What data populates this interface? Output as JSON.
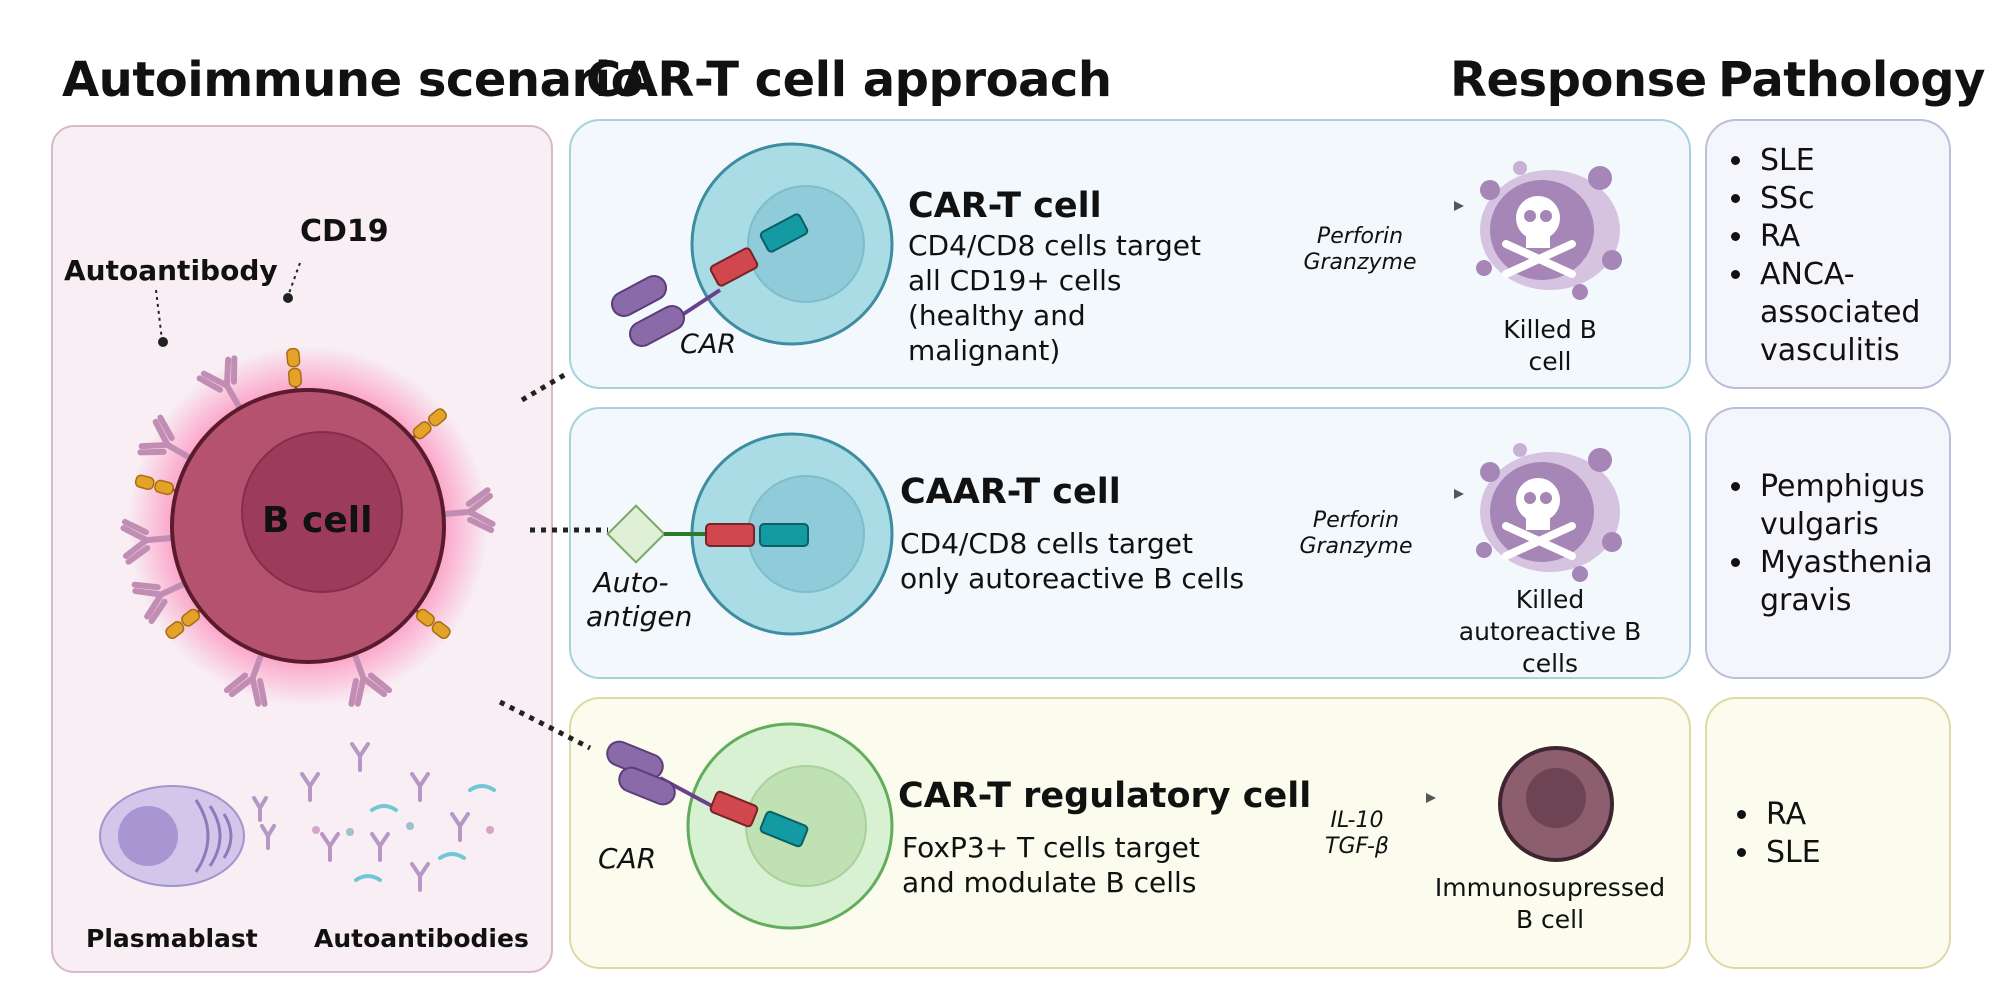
{
  "headers": {
    "autoimmune": "Autoimmune scenario",
    "approach": "CAR-T cell approach",
    "response": "Response",
    "pathology": "Pathology"
  },
  "autoimmune": {
    "cd19": "CD19",
    "autoantibody": "Autoantibody",
    "bcell": "B cell",
    "plasmablast": "Plasmablast",
    "autoantibodies": "Autoantibodies"
  },
  "rows": [
    {
      "title": "CAR-T cell",
      "desc": [
        "CD4/CD8 cells target",
        "all CD19+ cells",
        "(healthy and",
        "malignant)"
      ],
      "receptor": "CAR",
      "mediators": [
        "Perforin",
        "Granzyme"
      ],
      "response": [
        "Killed B",
        "cell"
      ],
      "pathology": [
        "SLE",
        "SSc",
        "RA",
        "ANCA-associated vasculitis"
      ]
    },
    {
      "title": "CAAR-T cell",
      "desc": [
        "CD4/CD8 cells target",
        "only autoreactive B cells"
      ],
      "receptor": "Auto-antigen",
      "receptor_lines": [
        "Auto-",
        "antigen"
      ],
      "mediators": [
        "Perforin",
        "Granzyme"
      ],
      "response": [
        "Killed",
        "autoreactive B",
        "cells"
      ],
      "pathology": [
        "Pemphigus vulgaris",
        "Myasthenia gravis"
      ]
    },
    {
      "title": "CAR-T regulatory cell",
      "desc": [
        "FoxP3+ T cells target",
        "and modulate B cells"
      ],
      "receptor": "CAR",
      "mediators": [
        "IL-10",
        "TGF-β"
      ],
      "response": [
        "Immunosupressed",
        "B cell"
      ],
      "pathology": [
        "RA",
        "SLE"
      ]
    }
  ],
  "colors": {
    "left_panel_bg": "#f8eef4",
    "blue_panel_bg": "#f3f8fc",
    "yellow_panel_bg": "#fbfbee",
    "bcell": "#b5526f",
    "tcell_blue": "#a9dce4",
    "treg_green": "#d8f1d2",
    "dead_cell": "#a686b7",
    "arrow": "#555555"
  }
}
